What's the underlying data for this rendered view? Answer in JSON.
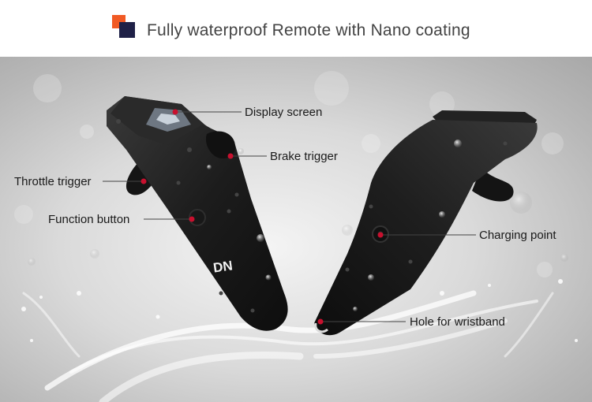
{
  "header": {
    "title": "Fully waterproof Remote with Nano coating",
    "logo_colors": {
      "orange": "#f15a24",
      "navy": "#1f2147"
    }
  },
  "remote_logo_text": "DN",
  "callouts": [
    {
      "id": "display-screen",
      "label": "Display screen"
    },
    {
      "id": "brake-trigger",
      "label": "Brake trigger"
    },
    {
      "id": "throttle-trigger",
      "label": "Throttle trigger"
    },
    {
      "id": "function-button",
      "label": "Function button"
    },
    {
      "id": "charging-point",
      "label": "Charging point"
    },
    {
      "id": "hole-for-wristband",
      "label": "Hole for wristband"
    }
  ],
  "colors": {
    "pointer": "#c8102e",
    "remote_body": "#1c1c1c"
  }
}
